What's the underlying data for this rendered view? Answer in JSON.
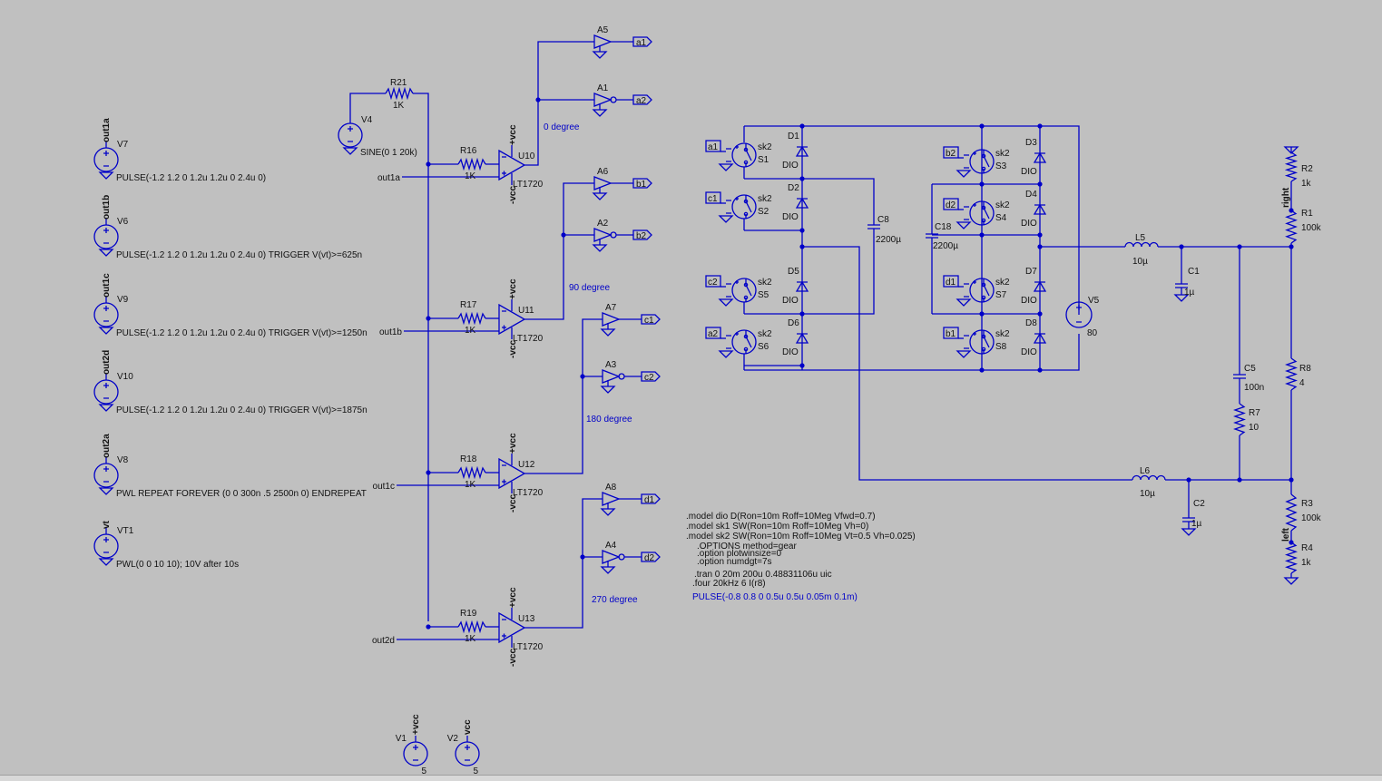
{
  "colors": {
    "background": "#c0c0c0",
    "wire": "#0000c8",
    "text": "#111111",
    "annotation": "#0000c8"
  },
  "sources_left": [
    {
      "name": "V7",
      "net": "out1a",
      "spec": "PULSE(-1.2 1.2 0 1.2u 1.2u 0 2.4u 0)"
    },
    {
      "name": "V6",
      "net": "out1b",
      "spec": "PULSE(-1.2 1.2 0 1.2u 1.2u 0 2.4u 0) TRIGGER V(vt)>=625n"
    },
    {
      "name": "V9",
      "net": "out1c",
      "spec": "PULSE(-1.2 1.2 0 1.2u 1.2u 0 2.4u 0) TRIGGER V(vt)>=1250n"
    },
    {
      "name": "V10",
      "net": "out2d",
      "spec": "PULSE(-1.2 1.2 0 1.2u 1.2u 0 2.4u 0) TRIGGER V(vt)>=1875n"
    },
    {
      "name": "V8",
      "net": "out2a",
      "spec": "PWL REPEAT FOREVER (0 0 300n .5 2500n 0) ENDREPEAT"
    },
    {
      "name": "VT1",
      "net": "vt",
      "spec": "PWL(0 0 10 10); 10V after 10s"
    }
  ],
  "sine_source": {
    "name": "V4",
    "spec": "SINE(0 1 20k)",
    "resistor": "R21",
    "resistor_value": "1K"
  },
  "opamp_stages": [
    {
      "opamp": "U10",
      "model": "LT1720",
      "resistor": "R16",
      "rvalue": "1K",
      "input": "out1a",
      "phase": "0 degree",
      "buf": "A5",
      "inv": "A1",
      "out_buf": "a1",
      "out_inv": "a2"
    },
    {
      "opamp": "U11",
      "model": "LT1720",
      "resistor": "R17",
      "rvalue": "1K",
      "input": "out1b",
      "phase": "90 degree",
      "buf": "A6",
      "inv": "A2",
      "out_buf": "b1",
      "out_inv": "b2"
    },
    {
      "opamp": "U12",
      "model": "LT1720",
      "resistor": "R18",
      "rvalue": "1K",
      "input": "out1c",
      "phase": "180 degree",
      "buf": "A7",
      "inv": "A3",
      "out_buf": "c1",
      "out_inv": "c2"
    },
    {
      "opamp": "U13",
      "model": "LT1720",
      "resistor": "R19",
      "rvalue": "1K",
      "input": "out2d",
      "phase": "270 degree",
      "buf": "A8",
      "inv": "A4",
      "out_buf": "d1",
      "out_inv": "d2"
    }
  ],
  "pin_labels": {
    "vcc_pos": "+vcc",
    "vcc_neg": "-vcc",
    "vcc": "vcc"
  },
  "supplies": [
    {
      "name": "V1",
      "value": "5"
    },
    {
      "name": "V2",
      "value": "5"
    }
  ],
  "bridge_left": [
    {
      "switch": "S1",
      "model": "sk2",
      "ctrl": "a1",
      "diode": "D1"
    },
    {
      "switch": "S2",
      "model": "sk2",
      "ctrl": "c1",
      "diode": "D2"
    },
    {
      "switch": "S5",
      "model": "sk2",
      "ctrl": "c2",
      "diode": "D5"
    },
    {
      "switch": "S6",
      "model": "sk2",
      "ctrl": "a2",
      "diode": "D6"
    }
  ],
  "bridge_right": [
    {
      "switch": "S3",
      "model": "sk2",
      "ctrl": "b2",
      "diode": "D3"
    },
    {
      "switch": "S4",
      "model": "sk2",
      "ctrl": "d2",
      "diode": "D4"
    },
    {
      "switch": "S7",
      "model": "sk2",
      "ctrl": "d1",
      "diode": "D7"
    },
    {
      "switch": "S8",
      "model": "sk2",
      "ctrl": "b1",
      "diode": "D8"
    }
  ],
  "diode_model": "DIO",
  "caps_bridge": [
    {
      "name": "C8",
      "value": "2200µ"
    },
    {
      "name": "C18",
      "value": "2200µ"
    }
  ],
  "main_source": {
    "name": "V5",
    "value": "80"
  },
  "output_filter": {
    "L5": {
      "name": "L5",
      "value": "10µ"
    },
    "L6": {
      "name": "L6",
      "value": "10µ"
    },
    "C1": {
      "name": "C1",
      "value": "1µ"
    },
    "C2": {
      "name": "C2",
      "value": "1µ"
    },
    "C5": {
      "name": "C5",
      "value": "100n"
    },
    "R7": {
      "name": "R7",
      "value": "10"
    },
    "R8": {
      "name": "R8",
      "value": "4"
    },
    "R1": {
      "name": "R1",
      "value": "100k"
    },
    "R2": {
      "name": "R2",
      "value": "1k"
    },
    "R3": {
      "name": "R3",
      "value": "100k"
    },
    "R4": {
      "name": "R4",
      "value": "1k"
    },
    "net_right": "right",
    "net_left": "left"
  },
  "directives": [
    ".model dio D(Ron=10m Roff=10Meg Vfwd=0.7)",
    ".model sk1 SW(Ron=10m Roff=10Meg Vh=0)",
    ".model sk2 SW(Ron=10m Roff=10Meg Vt=0.5 Vh=0.025)",
    ".OPTIONS method=gear",
    ".option plotwinsize=0",
    ".option numdgt=7s",
    ".tran 0 20m 200u 0.48831106u uic",
    ".four 20kHz 6  I(r8)"
  ],
  "comment_pulse": "PULSE(-0.8 0.8 0 0.5u 0.5u 0.05m 0.1m)"
}
